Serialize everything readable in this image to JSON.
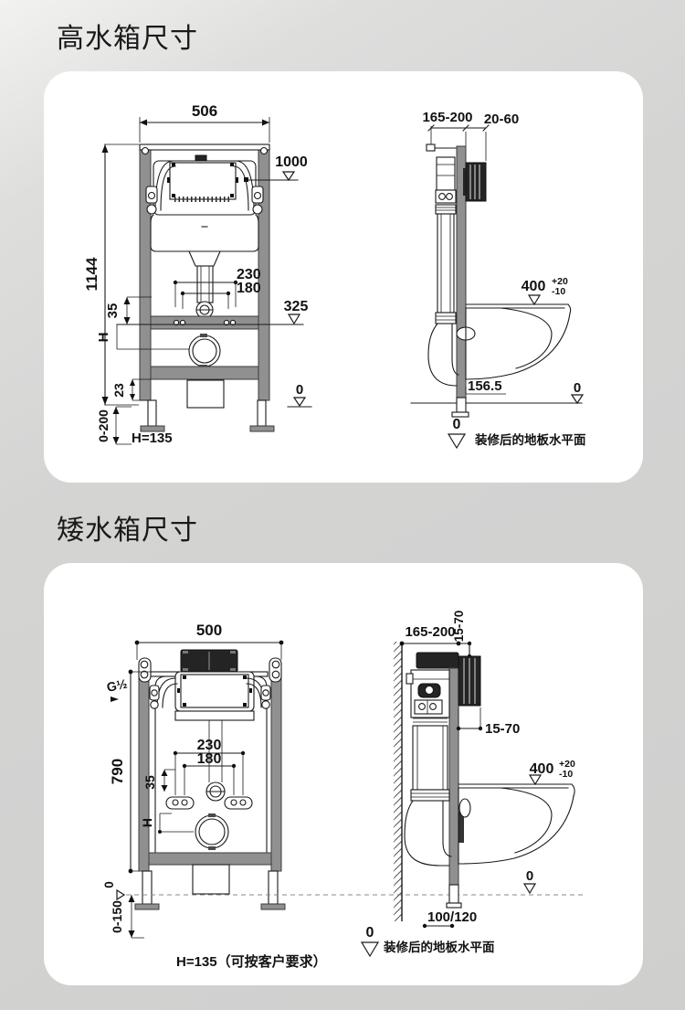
{
  "section_high": {
    "title": "高水箱尺寸",
    "front": {
      "width": "506",
      "height": "1144",
      "plate_height": "1000",
      "dim_230": "230",
      "dim_180": "180",
      "dim_35": "35",
      "h_label": "H",
      "level_325": "325",
      "dim_23": "23",
      "level_0": "0",
      "leg_range": "0-200",
      "h_note": "H=135"
    },
    "side": {
      "depth_range": "165-200",
      "plate_depth": "20-60",
      "bowl_height": "400",
      "tol_plus": "+20",
      "tol_minus": "-10",
      "offset_156": "156.5",
      "level_0": "0",
      "floor_zero": "0",
      "floor_note": "装修后的地板水平面"
    }
  },
  "section_low": {
    "title": "矮水箱尺寸",
    "front": {
      "width": "500",
      "inlet": "G½",
      "height": "790",
      "dim_230": "230",
      "dim_180": "180",
      "dim_35": "35",
      "h_label": "H",
      "level_0": "0",
      "leg_range": "0-150",
      "h_note": "H=135（可按客户要求）"
    },
    "side": {
      "depth_range": "165-200",
      "top_range": "15-70",
      "plate_range": "15-70",
      "bowl_height": "400",
      "tol_plus": "+20",
      "tol_minus": "-10",
      "level_0": "0",
      "outlet_size": "100/120",
      "floor_zero": "0",
      "floor_note": "装修后的地板水平面"
    }
  }
}
